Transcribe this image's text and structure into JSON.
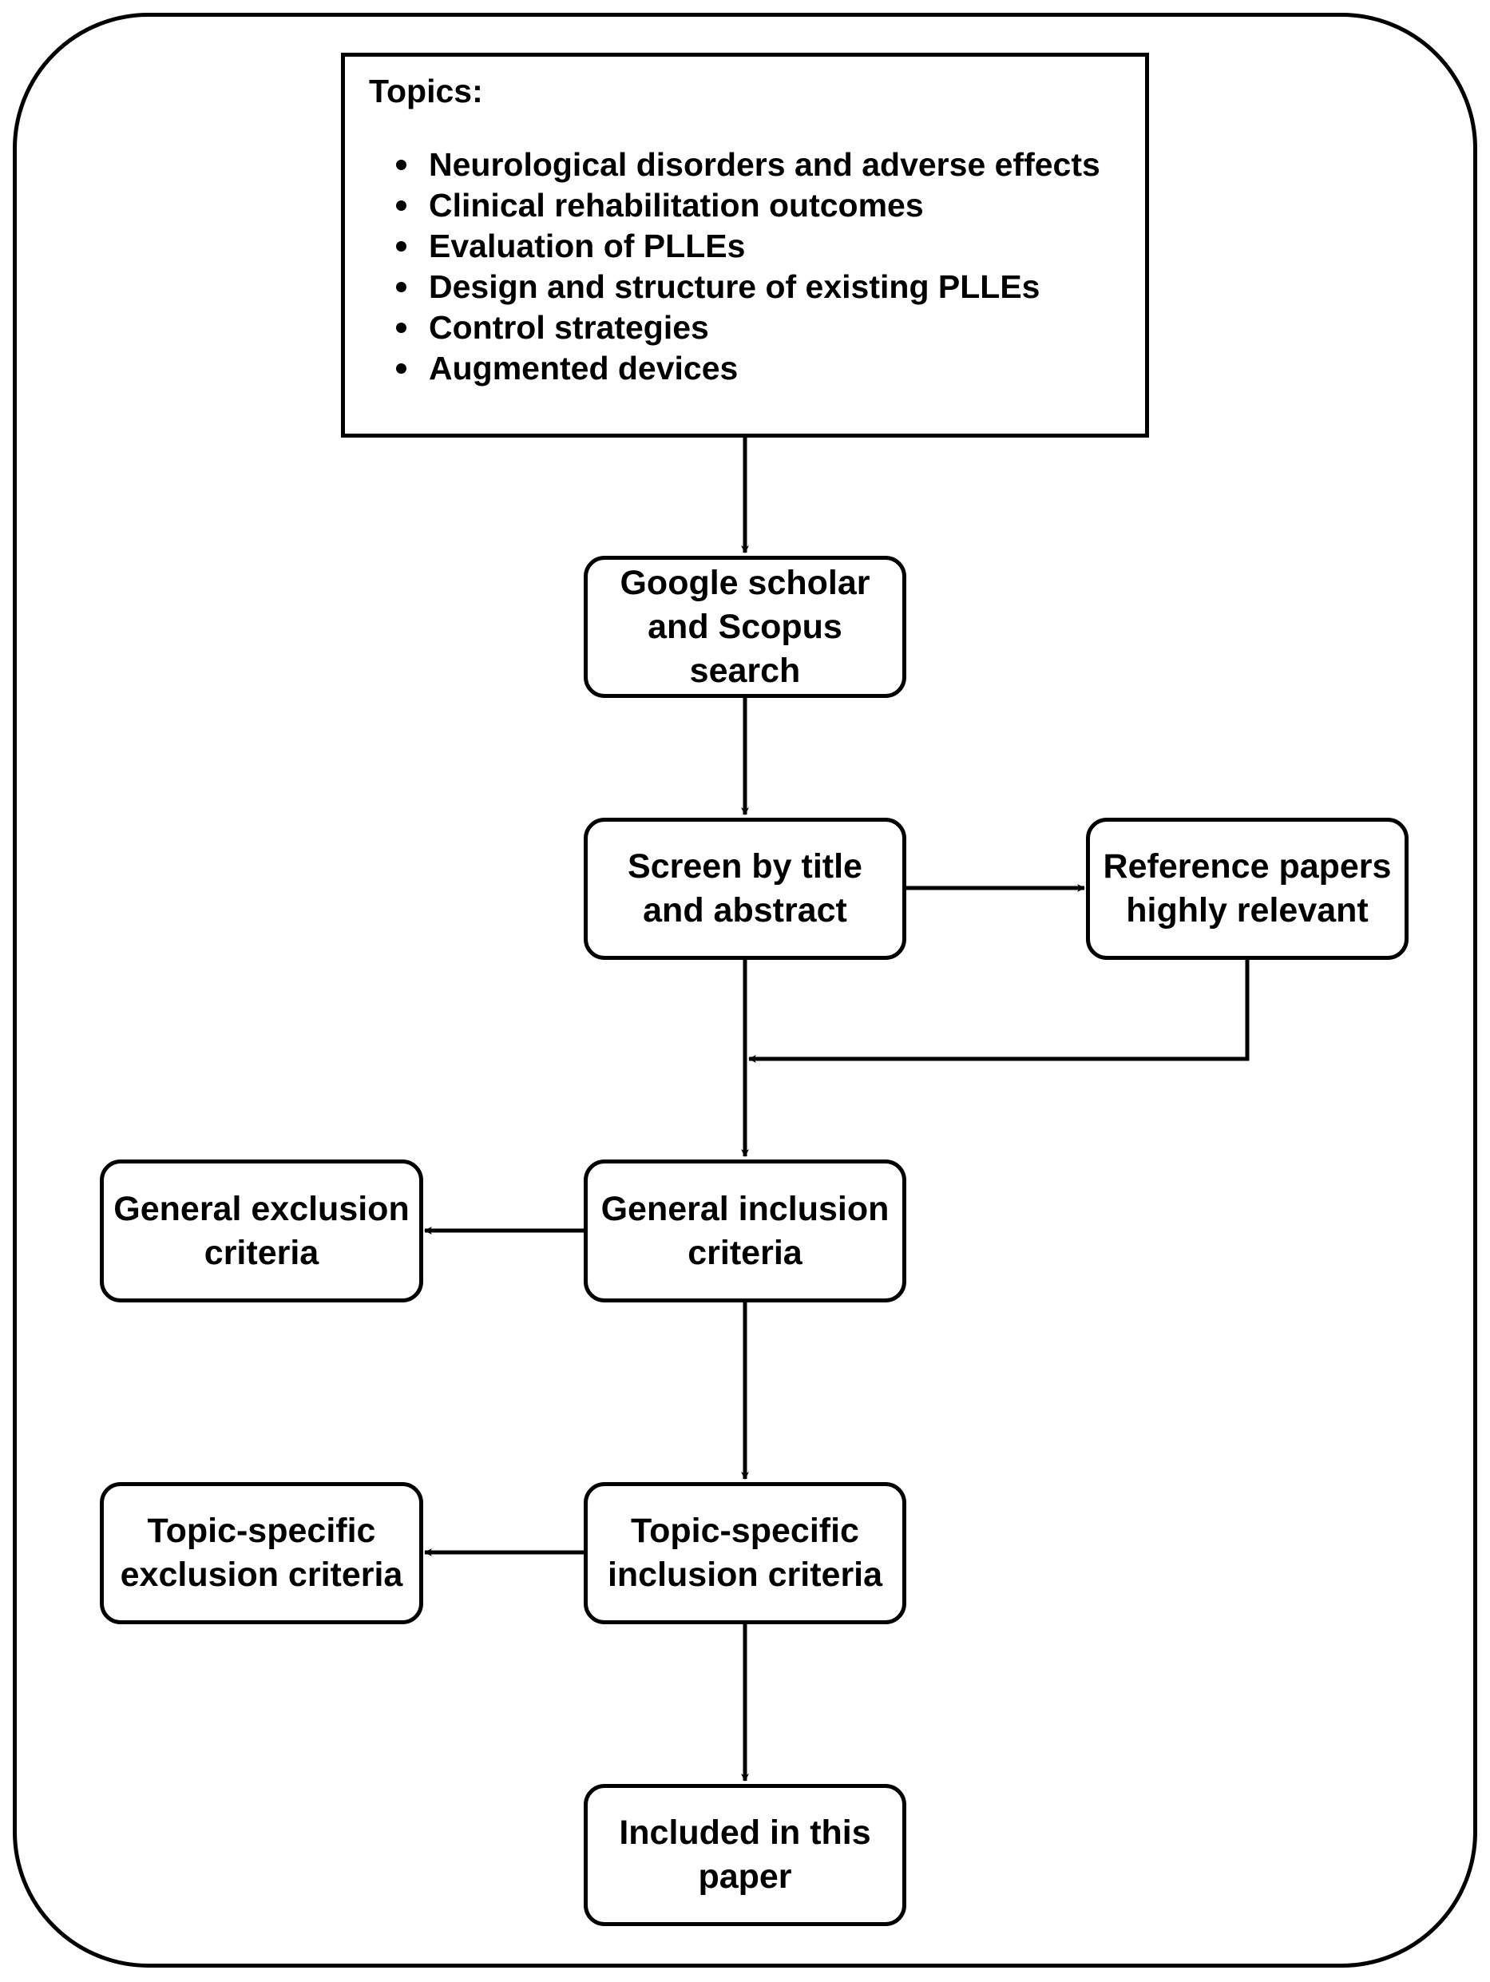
{
  "topics": {
    "title": "Topics:",
    "items": [
      "Neurological disorders and adverse effects",
      "Clinical rehabilitation outcomes",
      "Evaluation of PLLEs",
      "Design and structure of existing PLLEs",
      "Control strategies",
      "Augmented devices"
    ]
  },
  "nodes": {
    "search": "Google scholar\nand Scopus\nsearch",
    "screen": "Screen by title\nand abstract",
    "reference": "Reference papers\nhighly relevant",
    "general_inclusion": "General inclusion\ncriteria",
    "general_exclusion": "General exclusion\ncriteria",
    "topic_inclusion": "Topic-specific\ninclusion criteria",
    "topic_exclusion": "Topic-specific\nexclusion criteria",
    "included": "Included in this\npaper"
  },
  "colors": {
    "stroke": "#000000",
    "background": "#ffffff"
  }
}
